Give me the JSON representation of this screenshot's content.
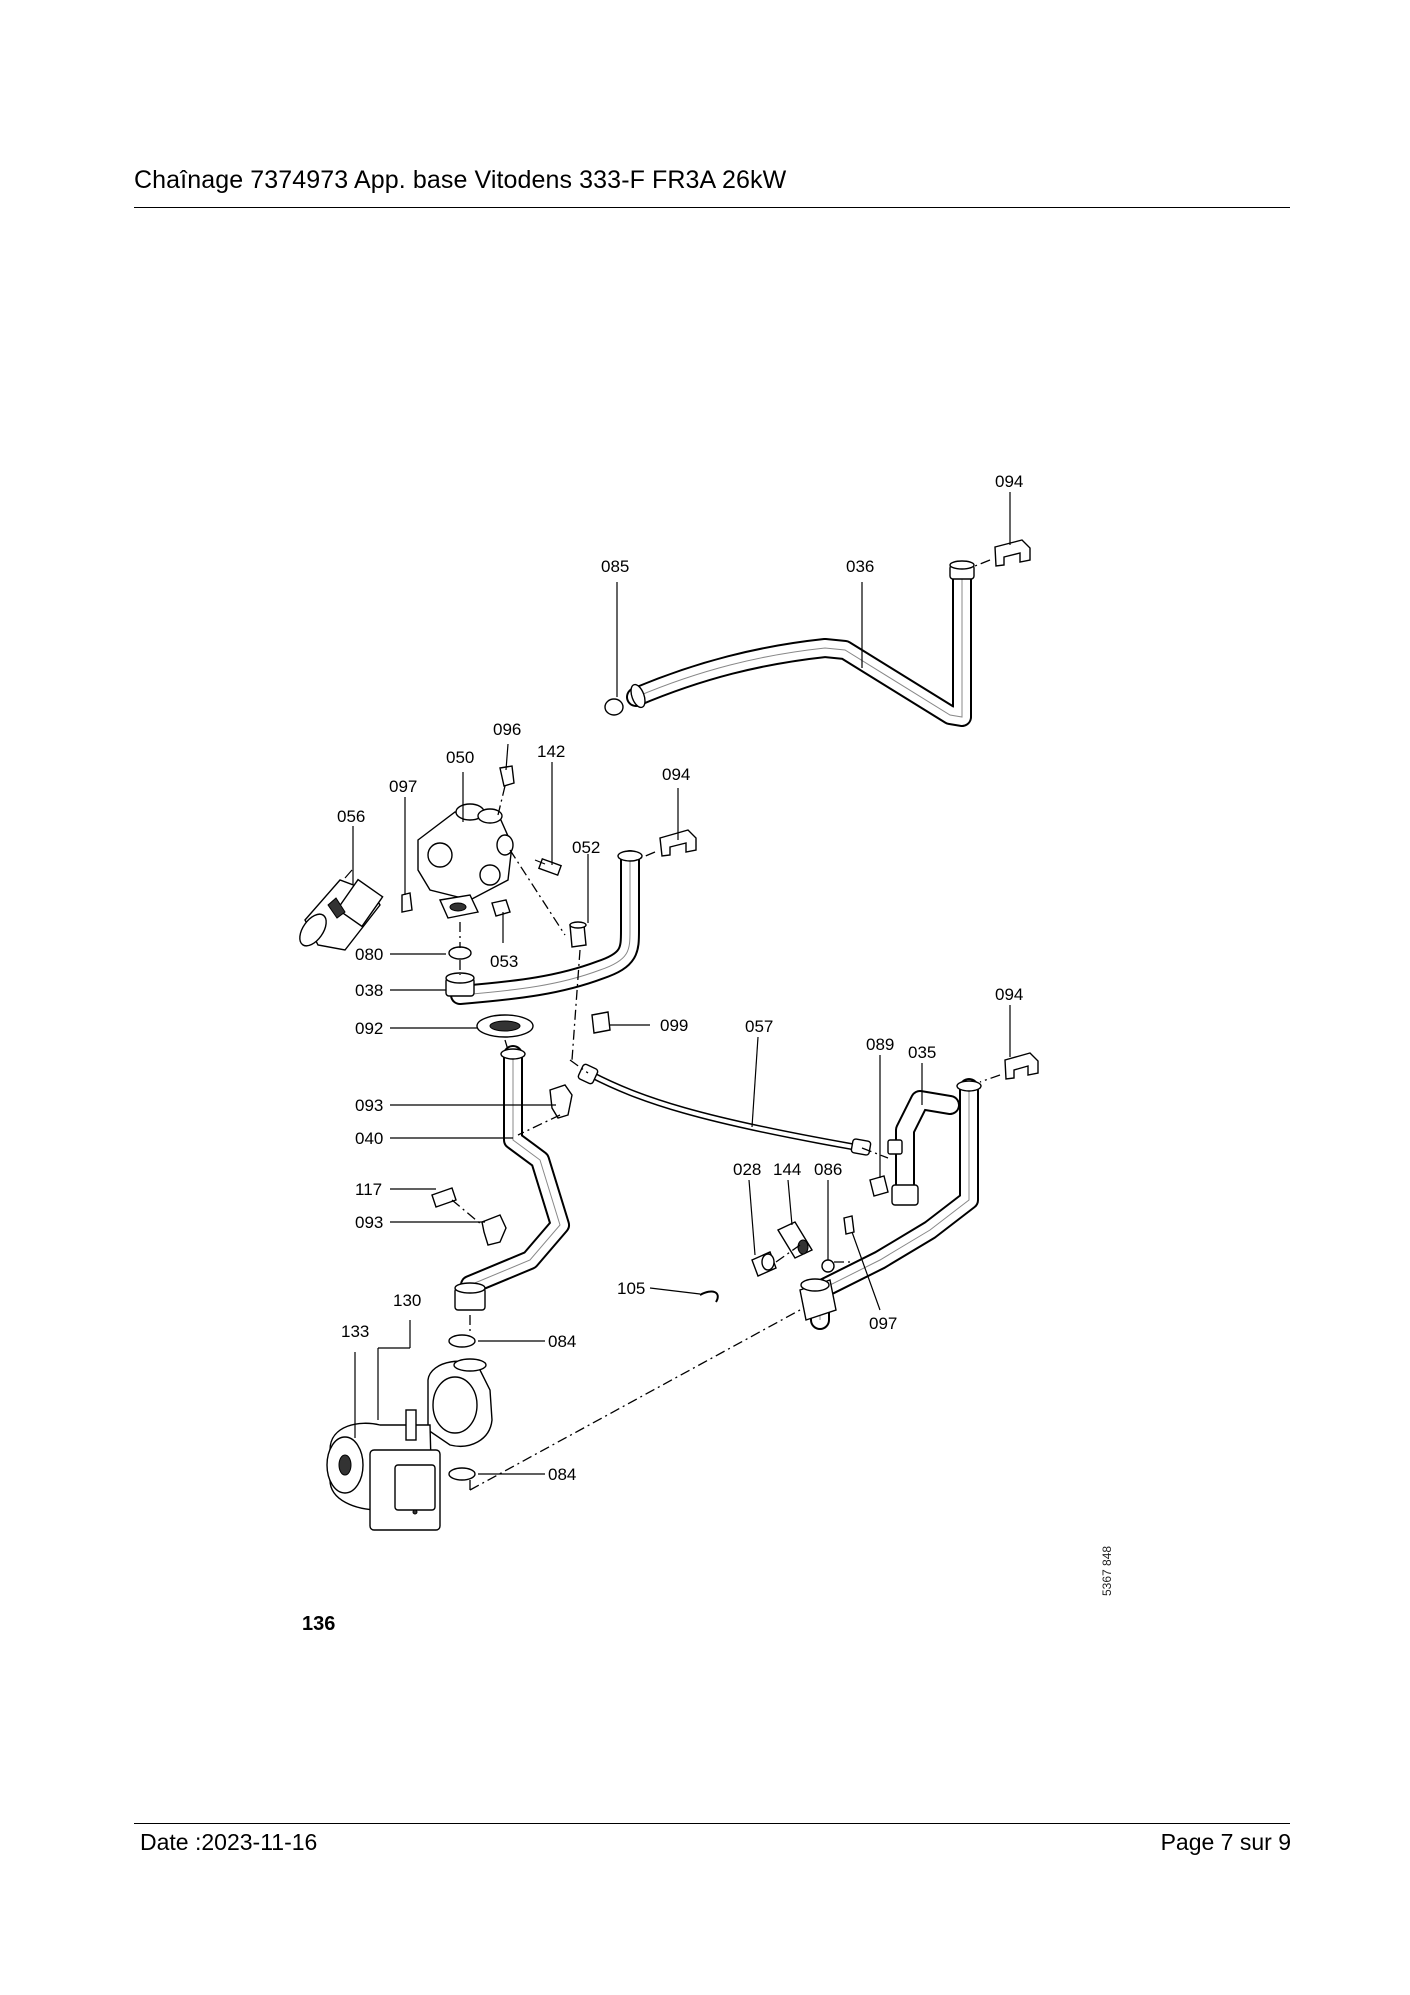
{
  "header": {
    "title": "Chaînage 7374973 App. base Vitodens 333-F FR3A 26kW"
  },
  "footer": {
    "date": "Date :2023-11-16",
    "page": "Page 7 sur  9"
  },
  "group_number": "136",
  "drawing_id": "5367 848",
  "callouts": {
    "c094a": "094",
    "c085": "085",
    "c036": "036",
    "c096": "096",
    "c050": "050",
    "c142": "142",
    "c097a": "097",
    "c056": "056",
    "c094b": "094",
    "c052": "052",
    "c080": "080",
    "c053": "053",
    "c038": "038",
    "c092": "092",
    "c099": "099",
    "c057": "057",
    "c094c": "094",
    "c089": "089",
    "c035": "035",
    "c093a": "093",
    "c040": "040",
    "c117": "117",
    "c093b": "093",
    "c028": "028",
    "c144": "144",
    "c086": "086",
    "c105": "105",
    "c097b": "097",
    "c130": "130",
    "c133": "133",
    "c084a": "084",
    "c084b": "084"
  }
}
